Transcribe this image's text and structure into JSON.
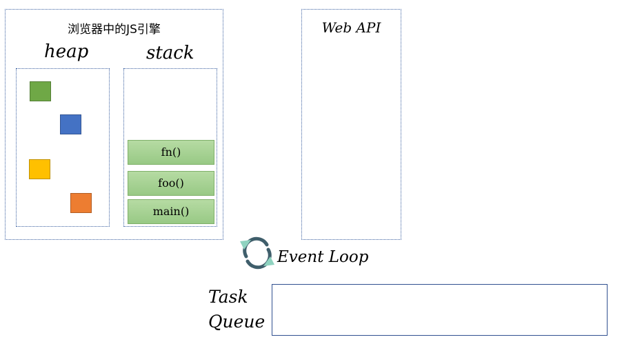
{
  "engine": {
    "title": "浏览器中的JS引擎"
  },
  "heap": {
    "title": "heap",
    "objects": [
      {
        "color": "#6fa846"
      },
      {
        "color": "#4472c4"
      },
      {
        "color": "#ffc000"
      },
      {
        "color": "#ed7d31"
      }
    ]
  },
  "stack": {
    "title": "stack",
    "frames": [
      {
        "label": "fn()"
      },
      {
        "label": "foo()"
      },
      {
        "label": "main()"
      }
    ]
  },
  "web_api": {
    "title": "Web API"
  },
  "event_loop": {
    "label": "Event Loop",
    "icon": "cycle-arrows-icon",
    "colors": [
      "#3f5e6b",
      "#8fd3c0"
    ]
  },
  "task_queue": {
    "line1": "Task",
    "line2": "Queue"
  }
}
